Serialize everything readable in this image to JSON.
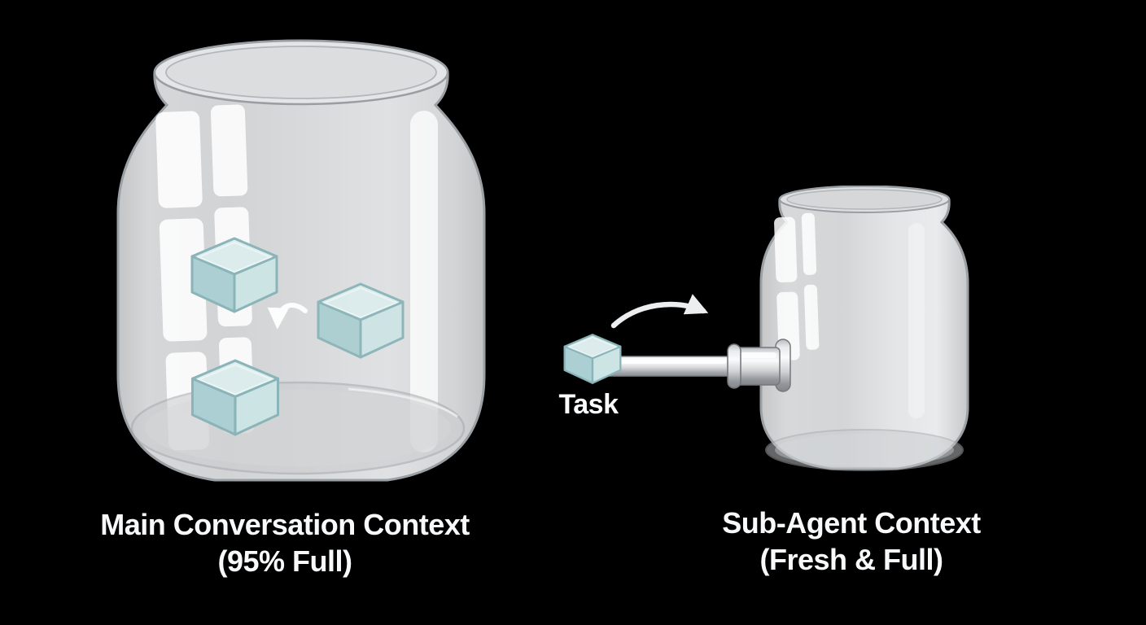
{
  "diagram": {
    "background_color": "#000000",
    "left": {
      "title": "Main Conversation Context",
      "subtitle": "(95% Full)",
      "cube_count": 3
    },
    "transfer": {
      "cube_label": "Task"
    },
    "right": {
      "title": "Sub-Agent Context",
      "subtitle": "(Fresh & Full)"
    },
    "colors": {
      "text": "#f8f9fa",
      "glass": "#d6d8da",
      "glass_outline": "#9aa0a4",
      "highlight": "#ffffff",
      "cube_top": "#dcecec",
      "cube_left": "#abcfd2",
      "cube_right": "#cde4e5",
      "cube_outline": "#8ab4b8",
      "tube_metal_light": "#fbfcfd",
      "tube_metal_dark": "#8a8e92",
      "arrow": "#eceeef"
    }
  }
}
